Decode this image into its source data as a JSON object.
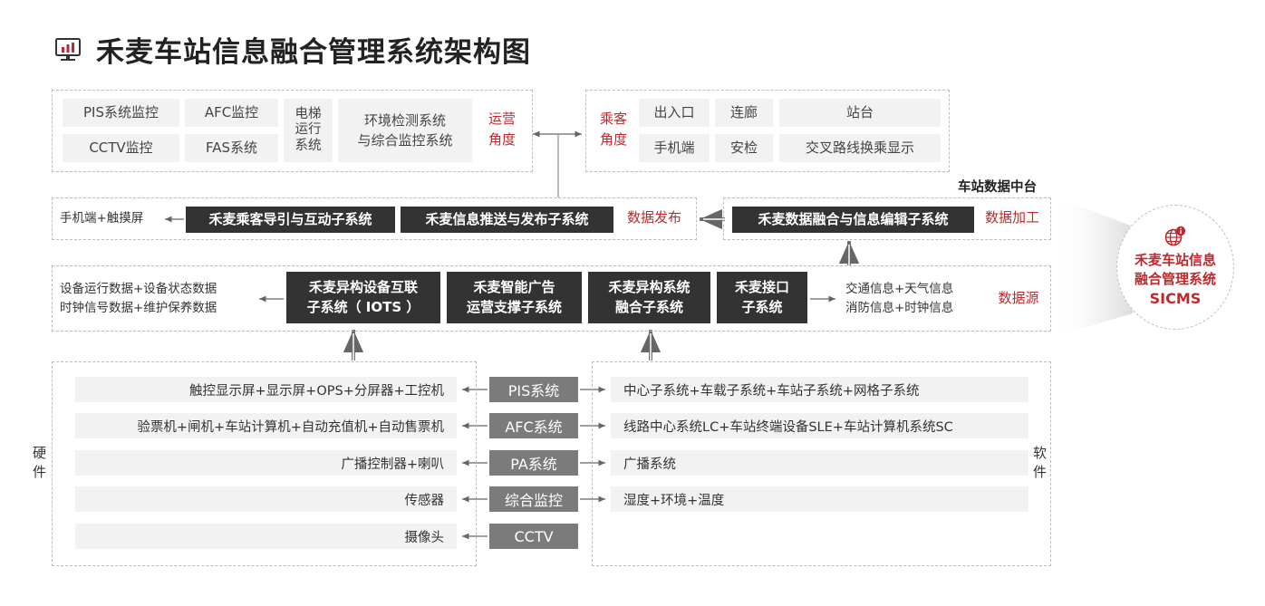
{
  "title": "禾麦车站信息融合管理系统架构图",
  "colors": {
    "accent": "#c0282d",
    "dark_box": "#333333",
    "gray_box": "#7b7b7b",
    "light_cell": "#f2f2f2"
  },
  "icons": {
    "title": "monitor-chart-icon",
    "badge": "globe-info-icon"
  },
  "operations": {
    "cells": [
      "PIS系统监控",
      "AFC监控",
      "电梯\n运行\n系统",
      "环境检测系统\n与综合监控系统",
      "CCTV监控",
      "FAS系统"
    ],
    "label": "运营\n角度"
  },
  "passenger": {
    "label": "乘客\n角度",
    "cells": [
      "出入口",
      "连廊",
      "站台",
      "手机端",
      "安检",
      "交叉路线换乘显示"
    ]
  },
  "middle_platform_label": "车站数据中台",
  "publish": {
    "output": "手机端+触摸屏",
    "boxes": [
      "禾麦乘客导引与互动子系统",
      "禾麦信息推送与发布子系统"
    ],
    "label": "数据发布"
  },
  "processing": {
    "box": "禾麦数据融合与信息编辑子系统",
    "label": "数据加工"
  },
  "source": {
    "left_text": "设备运行数据+设备状态数据\n时钟信号数据+维护保养数据",
    "boxes": [
      "禾麦异构设备互联\n子系统（ IOTS ）",
      "禾麦智能广告\n运营支撑子系统",
      "禾麦异构系统\n融合子系统",
      "禾麦接口\n子系统"
    ],
    "right_text": "交通信息+天气信息\n消防信息+时钟信息",
    "label": "数据源"
  },
  "hardware_label": "硬\n件",
  "software_label": "软\n件",
  "systems": [
    {
      "name": "PIS系统",
      "hardware": "触控显示屏+显示屏+OPS+分屏器+工控机",
      "software": "中心子系统+车载子系统+车站子系统+网格子系统"
    },
    {
      "name": "AFC系统",
      "hardware": "验票机+闸机+车站计算机+自动充值机+自动售票机",
      "software": "线路中心系统LC+车站终端设备SLE+车站计算机系统SC"
    },
    {
      "name": "PA系统",
      "hardware": "广播控制器+喇叭",
      "software": "广播系统"
    },
    {
      "name": "综合监控",
      "hardware": "传感器",
      "software": "湿度+环境+温度"
    },
    {
      "name": "CCTV",
      "hardware": "摄像头",
      "software": ""
    }
  ],
  "badge": {
    "line1": "禾麦车站信息",
    "line2": "融合管理系统",
    "line3": "SICMS"
  }
}
